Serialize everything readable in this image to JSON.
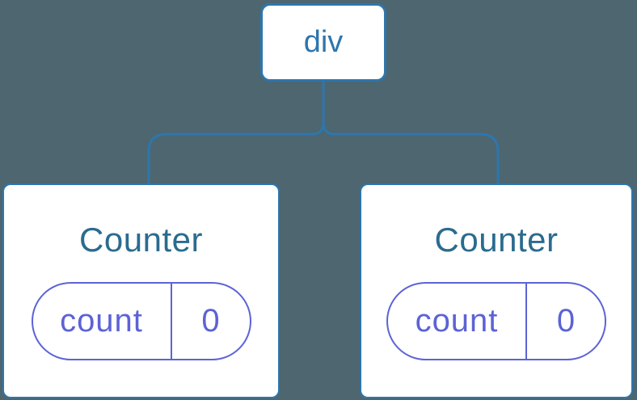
{
  "colors": {
    "background": "#4D6670",
    "node_border_blue": "#2E76AD",
    "node_title_blue": "#2B6B8F",
    "state_purple": "#5C63D6",
    "node_fill": "#FFFFFF"
  },
  "tree": {
    "root": {
      "label": "div"
    },
    "children": [
      {
        "label": "Counter",
        "state": {
          "key": "count",
          "value": "0"
        }
      },
      {
        "label": "Counter",
        "state": {
          "key": "count",
          "value": "0"
        }
      }
    ]
  }
}
